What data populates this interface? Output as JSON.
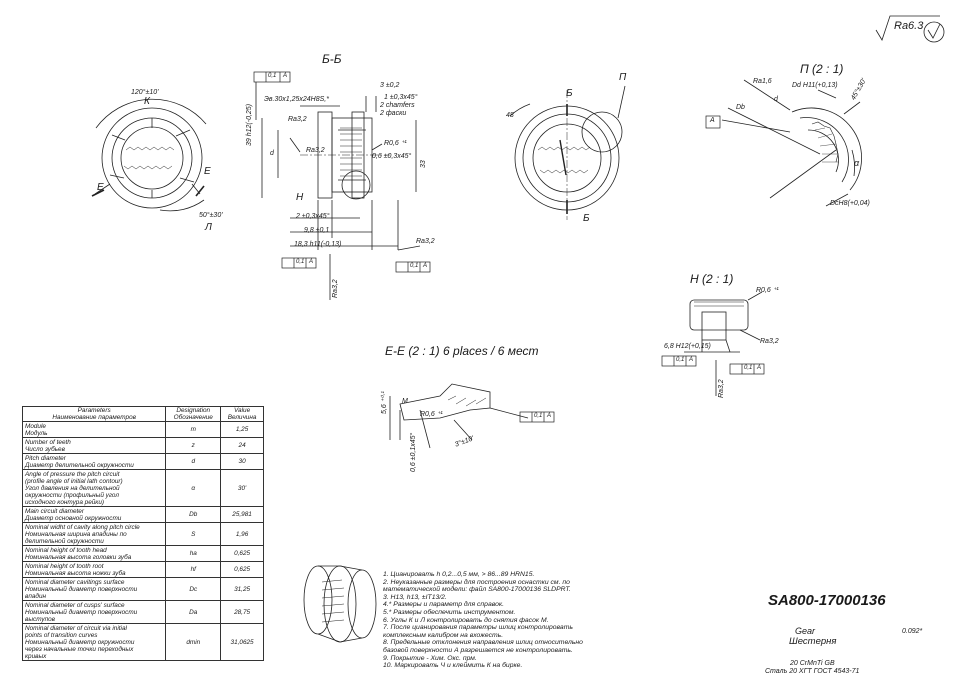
{
  "drawing": {
    "roughness_general": "Ra6.3",
    "view_section_bb": "Б-Б",
    "view_p": "П (2 : 1)",
    "view_h": "Н (2 : 1)",
    "view_ee": "E-E (2 : 1) 6 places / 6 мест",
    "letters": {
      "k": "К",
      "e_left": "Е",
      "e_right": "Е",
      "l": "Л",
      "h": "Н",
      "b_top": "Б",
      "b_bottom": "Б",
      "p": "П",
      "a": "A",
      "d": "d",
      "db": "Db",
      "m": "M"
    },
    "dims": {
      "angle_120": "120°±10'",
      "angle_50": "50°±30'",
      "tol_01A": "0,1",
      "datum_A": "A",
      "spline": "Эв.30х1,25х24H8S,*",
      "ra32": "Ra3,2",
      "dim_3": "3 ±0,2",
      "chamfer_1": "1 ±0,3х45°",
      "chamfers_en": "2 chamfers",
      "chamfers_ru": "2 фаски",
      "r06": "R0,6 ⁺¹",
      "chamfer_06": "0,6 ±0,3х45°",
      "dia_39": "39 h12(-0,25)",
      "dia_33": "33",
      "chamfer_2": "2 ±0,3х45°",
      "len_98": "9,8 ±0,1",
      "len_183": "18,3 h11(-0,13)",
      "dia_48": "48",
      "ra16": "Ra1,6",
      "dd_h11": "Dd H11(+0,13)",
      "dc_h8": "DcH8(+0,04)",
      "angle_alpha": "α",
      "angle_45": "45°±30'",
      "dim_68": "6,8 H12(+0,15)",
      "dim_56": "5,6 ⁺⁰·¹",
      "dim_06_h": "0,6 ±0,1х45°",
      "angle_3": "3°±10'"
    }
  },
  "param_table": {
    "headers": [
      "Parameters\nНаименование параметров",
      "Designation\nОбозначение",
      "Value\nВеличина"
    ],
    "rows": [
      {
        "name": "Module\nМодуль",
        "sym": "m",
        "val": "1,25"
      },
      {
        "name": "Number of teeth\nЧисло зубьев",
        "sym": "z",
        "val": "24"
      },
      {
        "name": "Pitch diameter\nДиаметр делительной окружности",
        "sym": "d",
        "val": "30"
      },
      {
        "name": "Angle of pressure the pitch circuit\n(profile angle of initial lath contour)\nУгол давления на делительной\nокружности (профильный угол\nисходного контура рейки)",
        "sym": "α",
        "val": "30'"
      },
      {
        "name": "Main circuit diameter\nДиаметр основной окружности",
        "sym": "Db",
        "val": "25,981"
      },
      {
        "name": "Nominal widht of cavity along pitch circle\nНоминальная ширина впадины по\nделительной окружности",
        "sym": "S",
        "val": "1,96"
      },
      {
        "name": "Nominal height of tooth head\nНоминальная высота головки зуба",
        "sym": "ha",
        "val": "0,625"
      },
      {
        "name": "Nominal height of tooth root\nНоминальная высота ножки зуба",
        "sym": "hf",
        "val": "0,625"
      },
      {
        "name": "Nominal diameter cavitings surface\nНоминальный диаметр поверхности\nвпадин",
        "sym": "Dc",
        "val": "31,25"
      },
      {
        "name": "Nominal diameter of cusps' surface\nНоминальный диаметр поверхности\nвыступов",
        "sym": "Da",
        "val": "28,75"
      },
      {
        "name": "Nominal diameter of circuit via initial\npoints of transition curves\nНоминальный диаметр окружности\nчерез начальные точки переходных\nкривых",
        "sym": "dmin",
        "val": "31,0625"
      }
    ]
  },
  "notes": [
    "1. Цианировать  h 0,2...0,5 мм, > 86...89 HRN15.",
    "2. Неуказанные размеры для построения оснастки см. по",
    "математической модели: файл  SA800-17000136 SLDPRT.",
    "3. Н13,  h13,  ±IT13/2.",
    "4.* Размеры и параметр для справок.",
    "5.* Размеры обеспечить инструментом.",
    "6. Углы К и Л контролировать до снятия фасок М.",
    "7. После цианирования параметры шлиц контролировать",
    "комплексным калибром на вхожесть.",
    "8. Предельные отклонения направления шлиц относительно",
    "базовой поверхности А разрешается не контролировать.",
    "9. Покрытие - Хим. Окс. прм.",
    "10. Маркировать Ч и клеймить К на бирке."
  ],
  "title_block": {
    "part_number": "SA800-17000136",
    "name_en": "Gear",
    "name_ru": "Шестерня",
    "mass": "0.092*",
    "material_en": "20 CrMnTi  GB",
    "material_ru": "Сталь 20 ХГТ  ГОСТ 4543-71"
  }
}
